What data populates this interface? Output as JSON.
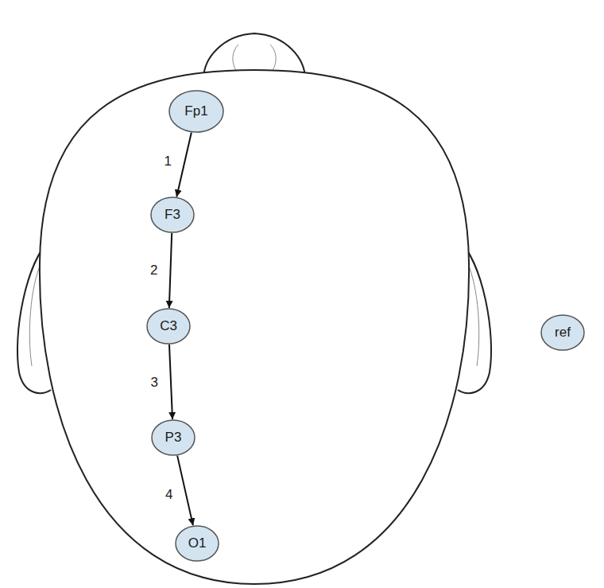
{
  "diagram": {
    "nodes": [
      {
        "text": [
          "Fp1"
        ]
      },
      {
        "text": [
          "F3"
        ]
      },
      {
        "text": [
          "C3"
        ]
      },
      {
        "text": [
          "P3"
        ]
      },
      {
        "text": [
          "O1"
        ]
      },
      {
        "text": [
          "ref"
        ]
      }
    ],
    "edges": [
      {
        "from": 0,
        "to": 1,
        "arrow": "to",
        "label": "1"
      },
      {
        "from": 1,
        "to": 2,
        "arrow": "to",
        "label": "2"
      },
      {
        "from": 2,
        "to": 3,
        "arrow": "to",
        "label": "3"
      },
      {
        "from": 3,
        "to": 4,
        "arrow": "to",
        "label": "4"
      }
    ]
  }
}
